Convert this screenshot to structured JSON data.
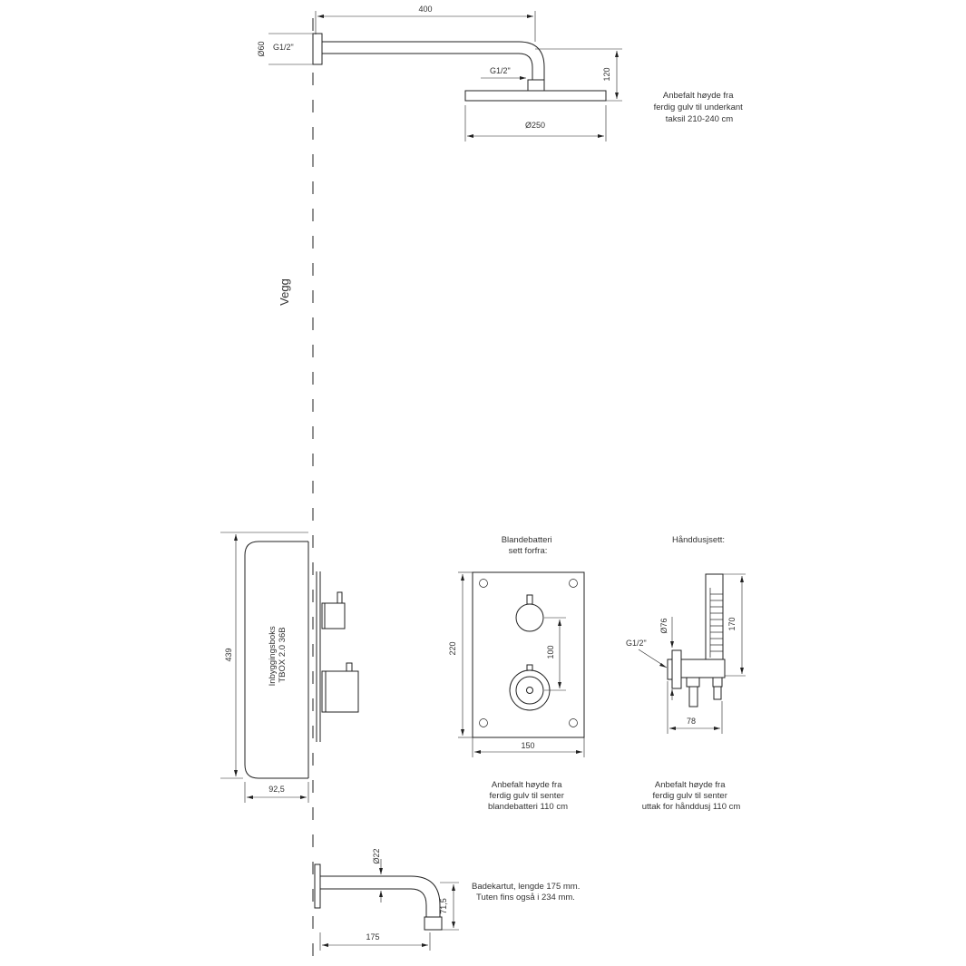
{
  "wall_label": "Vegg",
  "shower_head": {
    "arm_length": "400",
    "flange_diameter": "Ø60",
    "inlet_thread": "G1/2\"",
    "head_thread": "G1/2\"",
    "drop_height": "120",
    "head_diameter": "Ø250",
    "note_lines": [
      "Anbefalt høyde fra",
      "ferdig gulv til underkant",
      "taksil 210-240 cm"
    ]
  },
  "box": {
    "height": "439",
    "depth": "92,5",
    "label_lines": [
      "Inbyggingsboks",
      "TBOX 2.0 36B"
    ]
  },
  "mixer_front": {
    "title_lines": [
      "Blandebatteri",
      "sett forfra:"
    ],
    "height": "220",
    "width": "150",
    "spacing": "100",
    "note_lines": [
      "Anbefalt høyde fra",
      "ferdig gulv til senter",
      "blandebatteri 110 cm"
    ]
  },
  "hand_shower": {
    "title": "Hånddusjsett:",
    "diameter": "Ø76",
    "thread": "G1/2\"",
    "height": "170",
    "depth": "78",
    "note_lines": [
      "Anbefalt høyde fra",
      "ferdig gulv til senter",
      "uttak for hånddusj 110 cm"
    ]
  },
  "spout": {
    "diameter": "Ø22",
    "height": "71,5",
    "length": "175",
    "note_lines": [
      "Badekartut, lengde 175 mm.",
      "Tuten fins også i 234 mm."
    ]
  }
}
